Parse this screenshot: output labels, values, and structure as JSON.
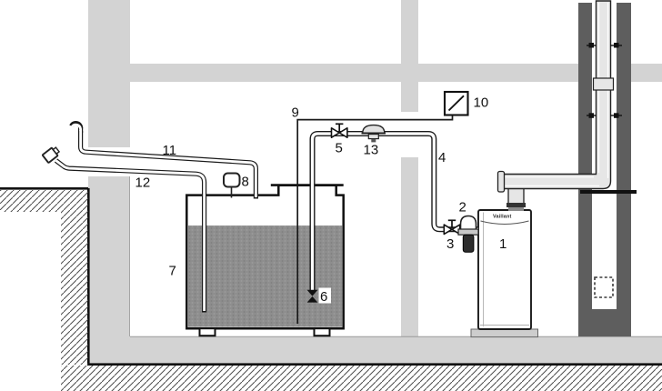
{
  "diagram": {
    "brand_label": "Vaillant",
    "labels": {
      "boiler": "1",
      "oil_filter": "2",
      "filter_valve": "3",
      "suction_line": "4",
      "shutoff_valve": "5",
      "foot_valve": "6",
      "tank": "7",
      "level_indicator": "8",
      "probe_line": "9",
      "level_gauge": "10",
      "vent_pipe": "11",
      "fill_pipe": "12",
      "anti_siphon_valve": "13"
    },
    "colors": {
      "wall_gray": "#d3d3d3",
      "chimney_dark": "#5e5e5e",
      "tank_liquid": "#8e8e8e",
      "flue_fill": "#e6e6e6",
      "line_black": "#1a1a1a"
    }
  }
}
